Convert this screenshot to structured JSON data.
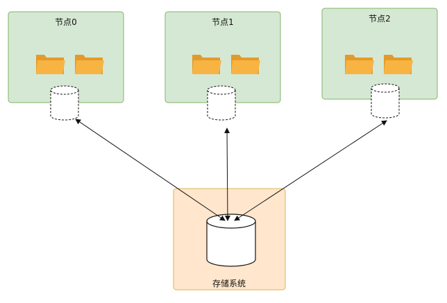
{
  "nodes": [
    {
      "label": "节点0"
    },
    {
      "label": "节点1"
    },
    {
      "label": "节点2"
    }
  ],
  "storage": {
    "label": "存储系统"
  },
  "colors": {
    "node_fill": "#d5e8d4",
    "node_stroke": "#82b366",
    "storage_fill": "#ffe6cc",
    "storage_stroke": "#d6b656",
    "folder_body": "#f7b443",
    "folder_back": "#e39a2a",
    "arrow": "#111111"
  },
  "icons": {
    "folder": "folder-icon",
    "local_disk": "dashed-cylinder-icon",
    "storage_disk": "cylinder-icon"
  }
}
